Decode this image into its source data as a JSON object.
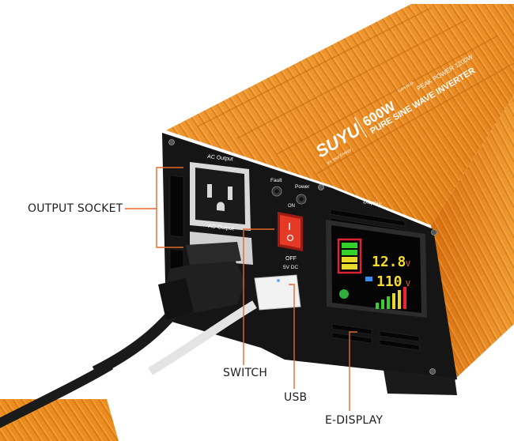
{
  "product": {
    "brand": "SUYU",
    "brand_tagline": "It's Your Energy",
    "rated_power": "600W",
    "model_line": "PURE SINE WAVE INVERTER",
    "peak_power": "PEAK POWER 1200W",
    "small_mark": "CAN BUS"
  },
  "panel": {
    "socket_top_label": "AC Output",
    "socket_bottom_label": "AC Output",
    "fault_label": "Fault",
    "power_label": "Power",
    "switch_on_label": "ON",
    "switch_off_label": "OFF",
    "usb_label": "5V DC",
    "display_label": "Display"
  },
  "display": {
    "voltage_top": "12.8",
    "voltage_bottom": "110",
    "unit": "V"
  },
  "callouts": {
    "output_socket": "OUTPUT SOCKET",
    "switch": "SWITCH",
    "usb": "USB",
    "e_display": "E-DISPLAY"
  },
  "colors": {
    "housing_orange": "#e8891e",
    "panel_black": "#141414",
    "callout_line": "#e2692a",
    "switch_red": "#e63a26"
  }
}
